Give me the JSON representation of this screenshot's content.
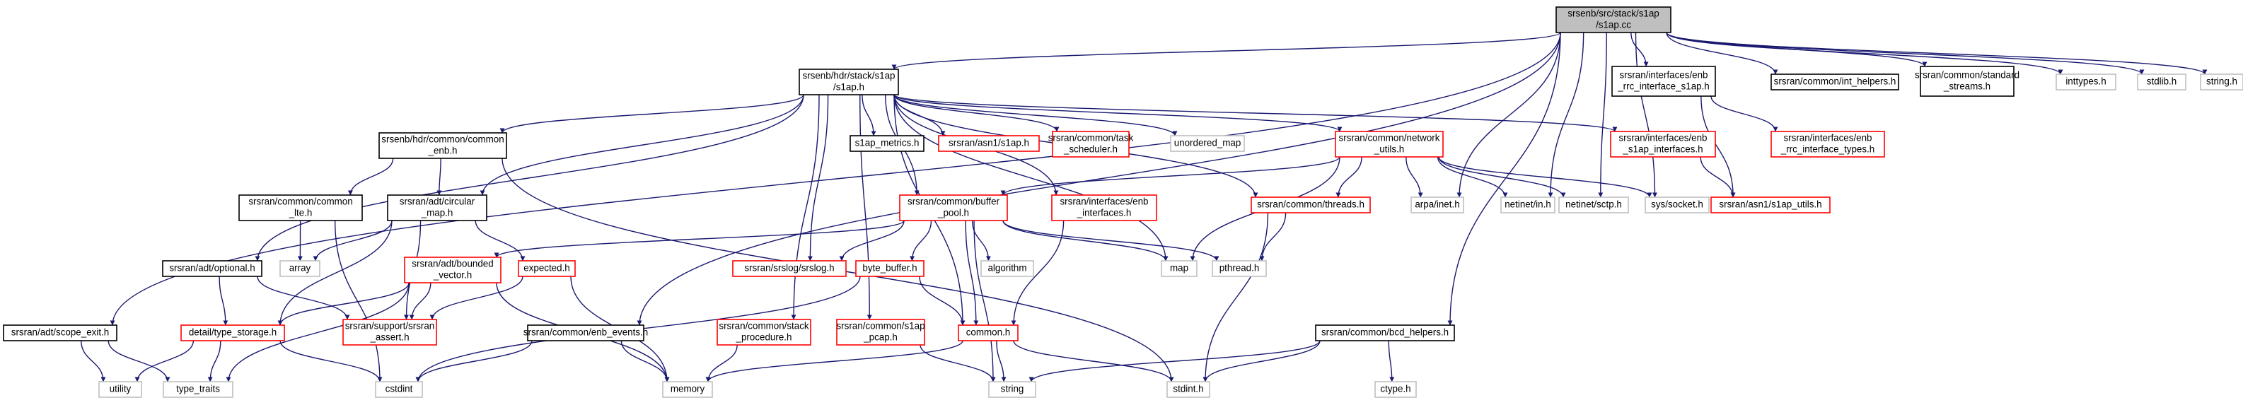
{
  "colors": {
    "edge": "#191970",
    "root_fill": "#bfbfbf",
    "border_black": "#000000",
    "border_red": "#ff0000",
    "border_gray": "#bfbfbf",
    "text": "#000000"
  },
  "nodes": [
    {
      "id": "root",
      "lines": [
        "srsenb/src/stack/s1ap",
        "/s1ap.cc"
      ],
      "kind": "root"
    },
    {
      "id": "s1ap_h",
      "lines": [
        "srsenb/hdr/stack/s1ap",
        "/s1ap.h"
      ],
      "kind": "black"
    },
    {
      "id": "enb_rrc_if",
      "lines": [
        "srsran/interfaces/enb",
        "_rrc_interface_s1ap.h"
      ],
      "kind": "black"
    },
    {
      "id": "int_helpers",
      "lines": [
        "srsran/common/int_helpers.h"
      ],
      "kind": "black"
    },
    {
      "id": "std_streams",
      "lines": [
        "srsran/common/standard",
        "_streams.h"
      ],
      "kind": "black"
    },
    {
      "id": "inttypes",
      "lines": [
        "inttypes.h"
      ],
      "kind": "gray"
    },
    {
      "id": "stdlib",
      "lines": [
        "stdlib.h"
      ],
      "kind": "gray"
    },
    {
      "id": "string_h",
      "lines": [
        "string.h"
      ],
      "kind": "gray"
    },
    {
      "id": "common_enb",
      "lines": [
        "srsenb/hdr/common/common",
        "_enb.h"
      ],
      "kind": "black"
    },
    {
      "id": "s1ap_metrics",
      "lines": [
        "s1ap_metrics.h"
      ],
      "kind": "black"
    },
    {
      "id": "asn1_s1ap",
      "lines": [
        "srsran/asn1/s1ap.h"
      ],
      "kind": "red"
    },
    {
      "id": "task_sched",
      "lines": [
        "srsran/common/task",
        "_scheduler.h"
      ],
      "kind": "red"
    },
    {
      "id": "unordered_map",
      "lines": [
        "unordered_map"
      ],
      "kind": "gray"
    },
    {
      "id": "net_utils",
      "lines": [
        "srsran/common/network",
        "_utils.h"
      ],
      "kind": "red"
    },
    {
      "id": "enb_s1ap_if",
      "lines": [
        "srsran/interfaces/enb",
        "_s1ap_interfaces.h"
      ],
      "kind": "red"
    },
    {
      "id": "rrc_types",
      "lines": [
        "srsran/interfaces/enb",
        "_rrc_interface_types.h"
      ],
      "kind": "red"
    },
    {
      "id": "common_lte",
      "lines": [
        "srsran/common/common",
        "_lte.h"
      ],
      "kind": "black"
    },
    {
      "id": "circ_map",
      "lines": [
        "srsran/adt/circular",
        "_map.h"
      ],
      "kind": "black"
    },
    {
      "id": "buffer_pool",
      "lines": [
        "srsran/common/buffer",
        "_pool.h"
      ],
      "kind": "red"
    },
    {
      "id": "enb_interfaces",
      "lines": [
        "srsran/interfaces/enb",
        "_interfaces.h"
      ],
      "kind": "red"
    },
    {
      "id": "threads",
      "lines": [
        "srsran/common/threads.h"
      ],
      "kind": "red"
    },
    {
      "id": "arpa_inet",
      "lines": [
        "arpa/inet.h"
      ],
      "kind": "gray"
    },
    {
      "id": "netinet_in",
      "lines": [
        "netinet/in.h"
      ],
      "kind": "gray"
    },
    {
      "id": "netinet_sctp",
      "lines": [
        "netinet/sctp.h"
      ],
      "kind": "gray"
    },
    {
      "id": "sys_socket",
      "lines": [
        "sys/socket.h"
      ],
      "kind": "gray"
    },
    {
      "id": "asn1_s1ap_utils",
      "lines": [
        "srsran/asn1/s1ap_utils.h"
      ],
      "kind": "red"
    },
    {
      "id": "optional",
      "lines": [
        "srsran/adt/optional.h"
      ],
      "kind": "black"
    },
    {
      "id": "array",
      "lines": [
        "array"
      ],
      "kind": "gray"
    },
    {
      "id": "bounded_vector",
      "lines": [
        "srsran/adt/bounded",
        "_vector.h"
      ],
      "kind": "red"
    },
    {
      "id": "expected",
      "lines": [
        "expected.h"
      ],
      "kind": "red"
    },
    {
      "id": "srslog",
      "lines": [
        "srsran/srslog/srslog.h"
      ],
      "kind": "red"
    },
    {
      "id": "byte_buffer",
      "lines": [
        "byte_buffer.h"
      ],
      "kind": "red"
    },
    {
      "id": "algorithm",
      "lines": [
        "algorithm"
      ],
      "kind": "gray"
    },
    {
      "id": "map",
      "lines": [
        "map"
      ],
      "kind": "gray"
    },
    {
      "id": "pthread",
      "lines": [
        "pthread.h"
      ],
      "kind": "gray"
    },
    {
      "id": "scope_exit",
      "lines": [
        "srsran/adt/scope_exit.h"
      ],
      "kind": "black"
    },
    {
      "id": "type_storage",
      "lines": [
        "detail/type_storage.h"
      ],
      "kind": "red"
    },
    {
      "id": "srsran_assert",
      "lines": [
        "srsran/support/srsran",
        "_assert.h"
      ],
      "kind": "red"
    },
    {
      "id": "enb_events",
      "lines": [
        "srsran/common/enb_events.h"
      ],
      "kind": "black"
    },
    {
      "id": "stack_proc",
      "lines": [
        "srsran/common/stack",
        "_procedure.h"
      ],
      "kind": "red"
    },
    {
      "id": "s1ap_pcap",
      "lines": [
        "srsran/common/s1ap",
        "_pcap.h"
      ],
      "kind": "red"
    },
    {
      "id": "common_h",
      "lines": [
        "common.h"
      ],
      "kind": "red"
    },
    {
      "id": "bcd_helpers",
      "lines": [
        "srsran/common/bcd_helpers.h"
      ],
      "kind": "black"
    },
    {
      "id": "utility",
      "lines": [
        "utility"
      ],
      "kind": "gray"
    },
    {
      "id": "type_traits",
      "lines": [
        "type_traits"
      ],
      "kind": "gray"
    },
    {
      "id": "cstdint",
      "lines": [
        "cstdint"
      ],
      "kind": "gray"
    },
    {
      "id": "memory",
      "lines": [
        "memory"
      ],
      "kind": "gray"
    },
    {
      "id": "string",
      "lines": [
        "string"
      ],
      "kind": "gray"
    },
    {
      "id": "stdint",
      "lines": [
        "stdint.h"
      ],
      "kind": "gray"
    },
    {
      "id": "ctype",
      "lines": [
        "ctype.h"
      ],
      "kind": "gray"
    }
  ],
  "edges": [
    [
      "root",
      "s1ap_h"
    ],
    [
      "root",
      "enb_rrc_if"
    ],
    [
      "root",
      "int_helpers"
    ],
    [
      "root",
      "std_streams"
    ],
    [
      "root",
      "inttypes"
    ],
    [
      "root",
      "stdlib"
    ],
    [
      "root",
      "string_h"
    ],
    [
      "root",
      "scope_exit"
    ],
    [
      "root",
      "enb_events"
    ],
    [
      "root",
      "bcd_helpers"
    ],
    [
      "root",
      "arpa_inet"
    ],
    [
      "root",
      "netinet_in"
    ],
    [
      "root",
      "netinet_sctp"
    ],
    [
      "root",
      "sys_socket"
    ],
    [
      "s1ap_h",
      "common_enb"
    ],
    [
      "s1ap_h",
      "s1ap_metrics"
    ],
    [
      "s1ap_h",
      "asn1_s1ap"
    ],
    [
      "s1ap_h",
      "task_sched"
    ],
    [
      "s1ap_h",
      "unordered_map"
    ],
    [
      "s1ap_h",
      "net_utils"
    ],
    [
      "s1ap_h",
      "enb_s1ap_if"
    ],
    [
      "s1ap_h",
      "circ_map"
    ],
    [
      "s1ap_h",
      "optional"
    ],
    [
      "s1ap_h",
      "buffer_pool"
    ],
    [
      "s1ap_h",
      "srslog"
    ],
    [
      "s1ap_h",
      "stack_proc"
    ],
    [
      "s1ap_h",
      "s1ap_pcap"
    ],
    [
      "s1ap_h",
      "common_h"
    ],
    [
      "s1ap_h",
      "threads"
    ],
    [
      "s1ap_h",
      "enb_interfaces"
    ],
    [
      "s1ap_h",
      "map"
    ],
    [
      "enb_rrc_if",
      "rrc_types"
    ],
    [
      "enb_rrc_if",
      "asn1_s1ap_utils"
    ],
    [
      "enb_s1ap_if",
      "asn1_s1ap_utils"
    ],
    [
      "common_enb",
      "common_lte"
    ],
    [
      "common_enb",
      "circ_map"
    ],
    [
      "common_enb",
      "stdint"
    ],
    [
      "common_lte",
      "array"
    ],
    [
      "common_lte",
      "cstdint"
    ],
    [
      "circ_map",
      "expected"
    ],
    [
      "circ_map",
      "array"
    ],
    [
      "circ_map",
      "type_storage"
    ],
    [
      "circ_map",
      "srsran_assert"
    ],
    [
      "net_utils",
      "buffer_pool"
    ],
    [
      "net_utils",
      "threads"
    ],
    [
      "net_utils",
      "arpa_inet"
    ],
    [
      "net_utils",
      "netinet_in"
    ],
    [
      "net_utils",
      "netinet_sctp"
    ],
    [
      "net_utils",
      "sys_socket"
    ],
    [
      "net_utils",
      "map"
    ],
    [
      "buffer_pool",
      "bounded_vector"
    ],
    [
      "buffer_pool",
      "srslog"
    ],
    [
      "buffer_pool",
      "byte_buffer"
    ],
    [
      "buffer_pool",
      "algorithm"
    ],
    [
      "buffer_pool",
      "map"
    ],
    [
      "buffer_pool",
      "pthread"
    ],
    [
      "buffer_pool",
      "common_h"
    ],
    [
      "buffer_pool",
      "string"
    ],
    [
      "enb_interfaces",
      "common_h"
    ],
    [
      "threads",
      "pthread"
    ],
    [
      "threads",
      "stdint"
    ],
    [
      "optional",
      "type_storage"
    ],
    [
      "optional",
      "srsran_assert"
    ],
    [
      "bounded_vector",
      "type_storage"
    ],
    [
      "bounded_vector",
      "srsran_assert"
    ],
    [
      "bounded_vector",
      "memory"
    ],
    [
      "bounded_vector",
      "type_traits"
    ],
    [
      "expected",
      "srsran_assert"
    ],
    [
      "expected",
      "memory"
    ],
    [
      "byte_buffer",
      "common_h"
    ],
    [
      "byte_buffer",
      "cstdint"
    ],
    [
      "type_storage",
      "utility"
    ],
    [
      "type_storage",
      "type_traits"
    ],
    [
      "type_storage",
      "cstdint"
    ],
    [
      "scope_exit",
      "utility"
    ],
    [
      "scope_exit",
      "type_traits"
    ],
    [
      "enb_events",
      "memory"
    ],
    [
      "enb_events",
      "cstdint"
    ],
    [
      "stack_proc",
      "memory"
    ],
    [
      "s1ap_pcap",
      "string"
    ],
    [
      "common_h",
      "memory"
    ],
    [
      "common_h",
      "string"
    ],
    [
      "common_h",
      "stdint"
    ],
    [
      "bcd_helpers",
      "string"
    ],
    [
      "bcd_helpers",
      "stdint"
    ],
    [
      "bcd_helpers",
      "ctype"
    ]
  ]
}
